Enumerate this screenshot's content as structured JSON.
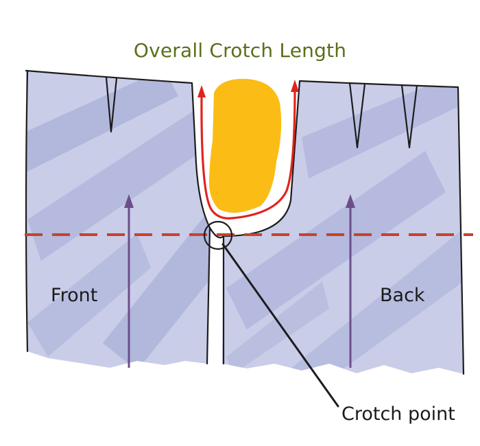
{
  "title": "Overall Crotch Length",
  "labels": {
    "front": "Front",
    "back": "Back",
    "crotch_point": "Crotch point"
  },
  "colors": {
    "title": "#5a6f1c",
    "fabric": "#c9cde8",
    "fabric_shadow": "#9ea5d2",
    "outline": "#1c1c1c",
    "crotch_fill": "#fbbc16",
    "crotch_curve": "#e1231c",
    "dashed_line": "#c8412c",
    "grain_arrow": "#6b4e8a"
  }
}
